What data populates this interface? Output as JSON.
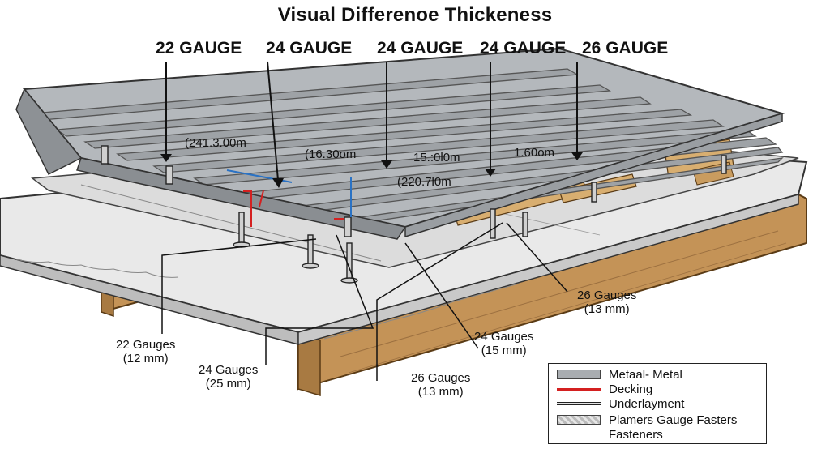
{
  "title": "Visual Differenoe Thickeness",
  "gauge_headers": [
    "22 GAUGE",
    "24 GAUGE",
    "24 GAUGE",
    "24 GAUGE",
    "26 GAUGE"
  ],
  "measurements": [
    "(241.3.00m",
    "(16.30om",
    "15.:0l0m",
    "1.60om",
    "(220.7l0m"
  ],
  "callouts": {
    "c22": {
      "name": "22 Gauges",
      "size": "(12 mm)"
    },
    "c24a": {
      "name": "24 Gauges",
      "size": "(25 mm)"
    },
    "c24b": {
      "name": "24 Gauges",
      "size": "(15 mm)"
    },
    "c26a": {
      "name": "26 Gauges",
      "size": "(13 mm)"
    },
    "c26b": {
      "name": "26 Gauges",
      "size": "(13 mm)"
    }
  },
  "legend": {
    "metal": "Metaal- Metal",
    "decking": "Decking",
    "underlayment": "Underlayment",
    "planers": "Plamers Gauge Fasters",
    "fasteners": "Fasteners"
  },
  "colors": {
    "metal": "#a9adb1",
    "metal_dark": "#7d8185",
    "decking": "#d9b47c",
    "beam": "#c79a5e",
    "underlayment": "#e3e3e3",
    "red_marker": "#d42020",
    "blue_marker": "#2a72c4"
  }
}
